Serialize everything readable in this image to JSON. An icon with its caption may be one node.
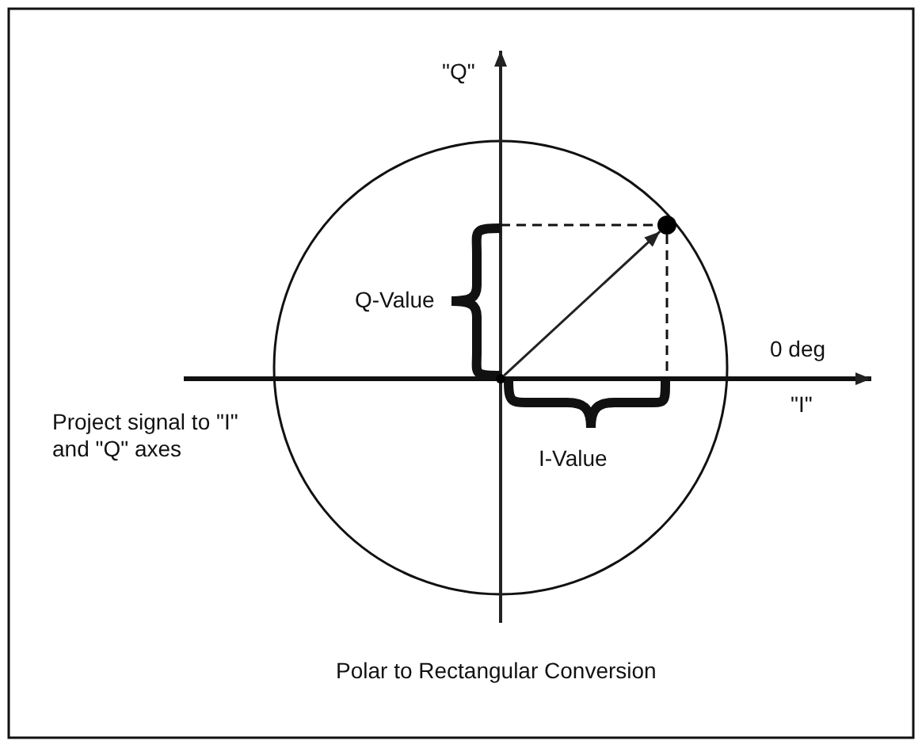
{
  "diagram": {
    "caption": "Polar to Rectangular Conversion",
    "nodes": [
      {
        "text": [],
        "shape": "circle"
      },
      {
        "text": [],
        "shape": "circle"
      }
    ],
    "edges": [
      {
        "from": 0,
        "to": 1,
        "arrow": "to"
      }
    ],
    "labels": [
      "\"Q\"",
      "Q-Value",
      "0 deg",
      "\"I\"",
      "Project signal to \"I\" and \"Q\" axes",
      "I-Value"
    ]
  }
}
